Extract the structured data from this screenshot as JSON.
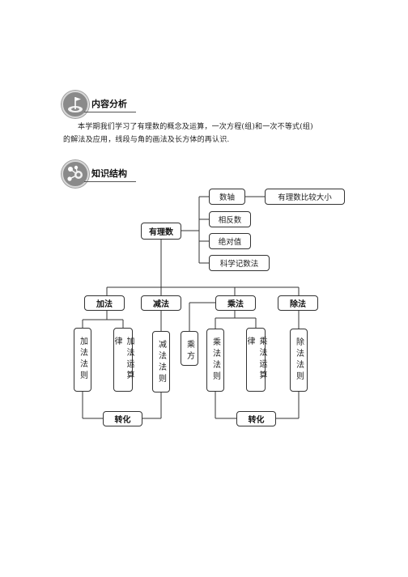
{
  "section1": {
    "title": "内容分析",
    "icon": "target-flag-icon"
  },
  "paragraph": {
    "line1": "本学期我们学习了有理数的概念及运算，一次方程(组)和一次不等式(组)",
    "line2": "的解法及应用，线段与角的画法及长方体的再认识."
  },
  "section2": {
    "title": "知识结构",
    "icon": "network-icon"
  },
  "diagram": {
    "root": "有理数",
    "branches": [
      "数轴",
      "相反数",
      "绝对值",
      "科学记数法"
    ],
    "compare": "有理数比较大小",
    "ops": [
      "加法",
      "减法",
      "乘法",
      "除法"
    ],
    "rules": {
      "add_rule": "加法法则",
      "add_law": "加法运算律",
      "sub_rule": "减法法则",
      "power": "乘方",
      "mul_rule": "乘法法则",
      "mul_law": "乘法运算律",
      "div_rule": "除法法则"
    },
    "transform_left": "转化",
    "transform_right": "转化"
  }
}
